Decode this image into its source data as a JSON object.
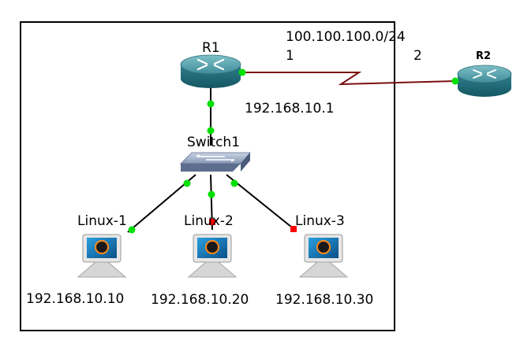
{
  "diagram": {
    "nodes": {
      "r1": {
        "label": "R1",
        "type": "router"
      },
      "r2": {
        "label": "R2",
        "type": "router"
      },
      "switch1": {
        "label": "Switch1",
        "type": "switch"
      },
      "linux1": {
        "label": "Linux-1",
        "type": "host",
        "ip": "192.168.10.10"
      },
      "linux2": {
        "label": "Linux-2",
        "type": "host",
        "ip": "192.168.10.20"
      },
      "linux3": {
        "label": "Linux-3",
        "type": "host",
        "ip": "192.168.10.30"
      }
    },
    "r1_lan_ip": "192.168.10.1",
    "wan": {
      "network": "100.100.100.0/24",
      "r1_host": "1",
      "r2_host": "2"
    },
    "link_colors": {
      "lan": "#000000",
      "wan": "#7a1010"
    },
    "port_status_colors": {
      "up": "#00e000",
      "down": "#ff0000"
    },
    "links": [
      {
        "from": "r1",
        "to": "r2",
        "kind": "wan",
        "from_status": "up",
        "to_status": "up"
      },
      {
        "from": "r1",
        "to": "switch1",
        "kind": "lan",
        "from_status": "up",
        "to_status": "up"
      },
      {
        "from": "switch1",
        "to": "linux1",
        "kind": "lan",
        "from_status": "up",
        "to_status": "up"
      },
      {
        "from": "switch1",
        "to": "linux2",
        "kind": "lan",
        "from_status": "up",
        "to_status": "down"
      },
      {
        "from": "switch1",
        "to": "linux3",
        "kind": "lan",
        "from_status": "up",
        "to_status": "down"
      }
    ]
  }
}
